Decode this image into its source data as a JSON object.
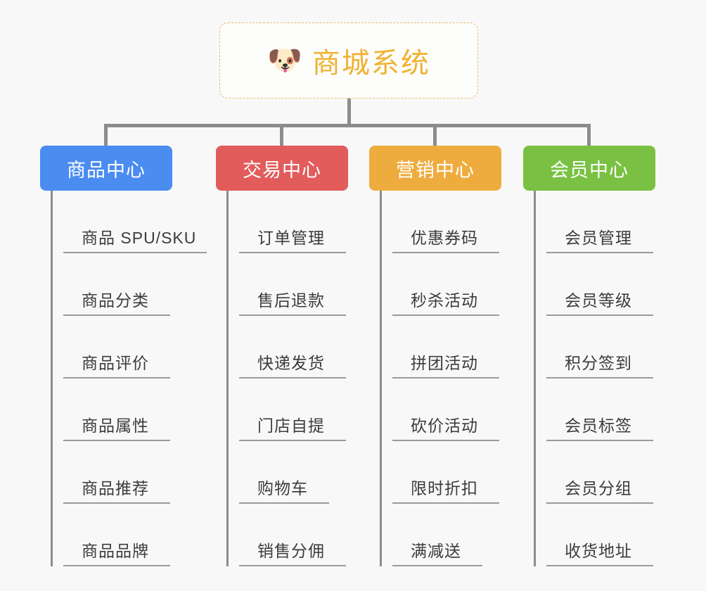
{
  "canvas": {
    "background": "#f8f8f8",
    "line_color": "#8c8c8c"
  },
  "root": {
    "icon": "dog-face-emoji",
    "emoji": "🐶",
    "title": "商城系统",
    "text_color": "#f0b232",
    "border_color": "#e8bd6a",
    "border_style": "dashed"
  },
  "branches": [
    {
      "label": "商品中心",
      "color": "#4a8cf0",
      "items": [
        {
          "label": "商品 SPU/SKU",
          "underline_width": 204
        },
        {
          "label": "商品分类",
          "underline_width": 152
        },
        {
          "label": "商品评价",
          "underline_width": 152
        },
        {
          "label": "商品属性",
          "underline_width": 152
        },
        {
          "label": "商品推荐",
          "underline_width": 152
        },
        {
          "label": "商品品牌",
          "underline_width": 152
        }
      ]
    },
    {
      "label": "交易中心",
      "color": "#e25c5c",
      "items": [
        {
          "label": "订单管理",
          "underline_width": 152
        },
        {
          "label": "售后退款",
          "underline_width": 152
        },
        {
          "label": "快递发货",
          "underline_width": 152
        },
        {
          "label": "门店自提",
          "underline_width": 152
        },
        {
          "label": "购物车",
          "underline_width": 128
        },
        {
          "label": "销售分佣",
          "underline_width": 152
        }
      ]
    },
    {
      "label": "营销中心",
      "color": "#eeac3e",
      "items": [
        {
          "label": "优惠券码",
          "underline_width": 152
        },
        {
          "label": "秒杀活动",
          "underline_width": 152
        },
        {
          "label": "拼团活动",
          "underline_width": 152
        },
        {
          "label": "砍价活动",
          "underline_width": 152
        },
        {
          "label": "限时折扣",
          "underline_width": 152
        },
        {
          "label": "满减送",
          "underline_width": 128
        }
      ]
    },
    {
      "label": "会员中心",
      "color": "#7ac143",
      "items": [
        {
          "label": "会员管理",
          "underline_width": 152
        },
        {
          "label": "会员等级",
          "underline_width": 152
        },
        {
          "label": "积分签到",
          "underline_width": 152
        },
        {
          "label": "会员标签",
          "underline_width": 152
        },
        {
          "label": "会员分组",
          "underline_width": 152
        },
        {
          "label": "收货地址",
          "underline_width": 152
        }
      ]
    }
  ]
}
